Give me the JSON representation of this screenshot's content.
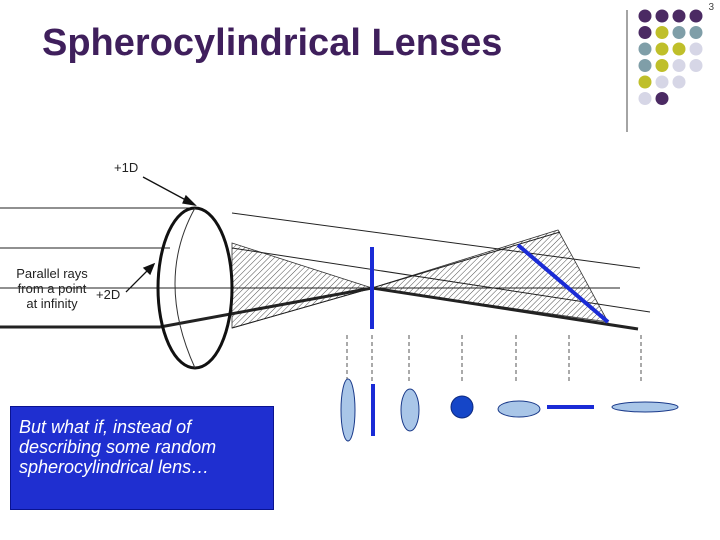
{
  "slide": {
    "title": "Spherocylindrical Lenses",
    "page_number": "3"
  },
  "diagram": {
    "label_plus_1d": "+1D",
    "label_plus_2d": "+2D",
    "label_parallel_rays": "Parallel rays\nfrom a point\nat infinity"
  },
  "callout": {
    "text": "But what if, instead of describing some random spherocylindrical lens…"
  },
  "colors": {
    "title": "#3f1f5c",
    "callout_bg": "#1f2fd0",
    "focal_line": "#1a2bd6",
    "cross_section_fill": "#a9c6e8",
    "circle_fill": "#1546c8",
    "dot_purple": "#4b2a63",
    "dot_teal": "#7f9ea8",
    "dot_olive": "#bfbf2a",
    "dot_lavender": "#d6d6e6"
  }
}
